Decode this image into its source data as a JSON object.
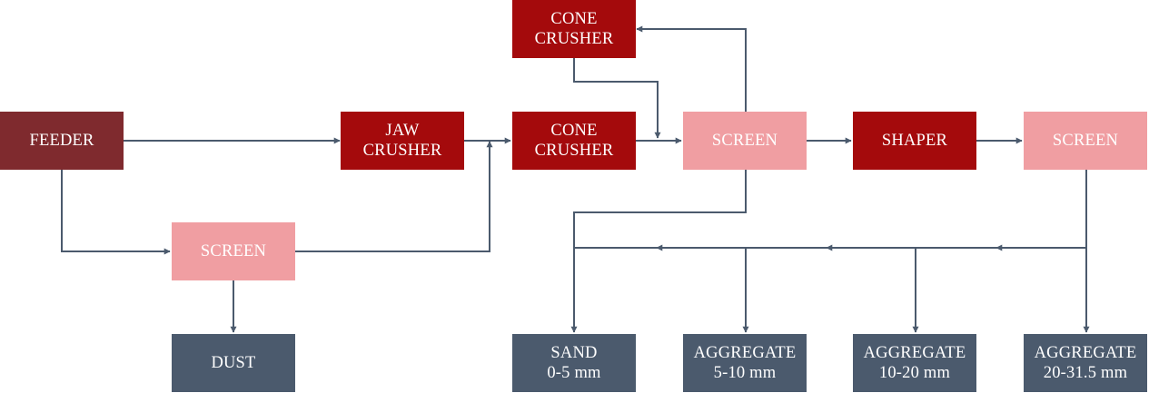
{
  "colors": {
    "feeder": "#7f2a2e",
    "crusher": "#a40a0c",
    "screen": "#f09ea2",
    "output": "#4b5a6d",
    "connector": "#4b5a6d"
  },
  "nodes": {
    "feeder": {
      "line1": "FEEDER",
      "line2": ""
    },
    "jaw_crusher": {
      "line1": "JAW",
      "line2": "CRUSHER"
    },
    "cone_crusher_main": {
      "line1": "CONE",
      "line2": "CRUSHER"
    },
    "cone_crusher_top": {
      "line1": "CONE",
      "line2": "CRUSHER"
    },
    "screen_pre": {
      "line1": "SCREEN",
      "line2": ""
    },
    "screen_main": {
      "line1": "SCREEN",
      "line2": ""
    },
    "shaper": {
      "line1": "SHAPER",
      "line2": ""
    },
    "screen_final": {
      "line1": "SCREEN",
      "line2": ""
    },
    "dust": {
      "line1": "DUST",
      "line2": ""
    },
    "sand": {
      "line1": "SAND",
      "line2": "0-5 mm"
    },
    "aggregate_5_10": {
      "line1": "AGGREGATE",
      "line2": "5-10 mm"
    },
    "aggregate_10_20": {
      "line1": "AGGREGATE",
      "line2": "10-20 mm"
    },
    "aggregate_20_31": {
      "line1": "AGGREGATE",
      "line2": "20-31.5 mm"
    }
  }
}
